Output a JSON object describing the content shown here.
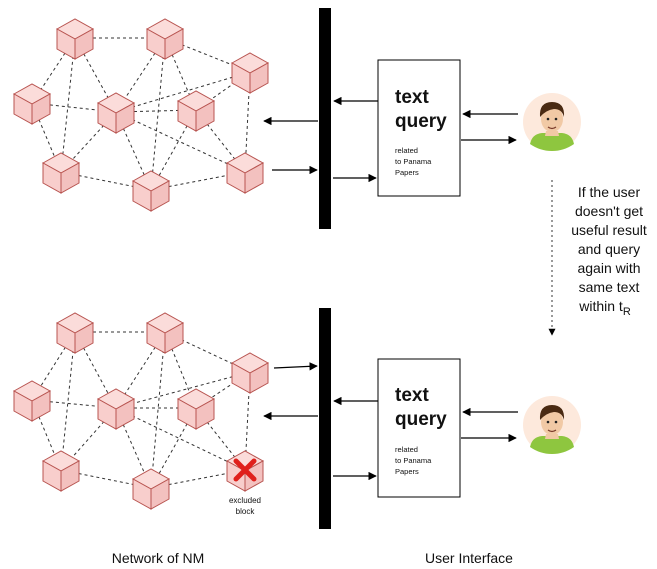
{
  "top_panel": {
    "query_box": {
      "title_line1": "text",
      "title_line2": "query",
      "sub_line1": "related",
      "sub_line2": "to Panama",
      "sub_line3": "Papers"
    }
  },
  "bottom_panel": {
    "query_box": {
      "title_line1": "text",
      "title_line2": "query",
      "sub_line1": "related",
      "sub_line2": "to Panama",
      "sub_line3": "Papers"
    },
    "excluded_label_line1": "excluded",
    "excluded_label_line2": "block"
  },
  "retry_note": {
    "line1": "If the user",
    "line2": "doesn't get",
    "line3": "useful result",
    "line4": "and query",
    "line5": "again with",
    "line6": "same text",
    "line7_main": "within t",
    "line7_sub": "R"
  },
  "captions": {
    "network": "Network of NM",
    "interface": "User Interface"
  },
  "colors": {
    "block_fill": "#f8cecc",
    "block_stroke": "#b85450",
    "excluded_mark": "#e0201c",
    "bar": "#000000",
    "face_bg": "#fde9dc",
    "shirt": "#8ec63f",
    "hair": "#4a2a12"
  },
  "icons": {
    "block": "cube-icon",
    "user": "user-avatar-icon",
    "excluded": "red-x-icon"
  }
}
